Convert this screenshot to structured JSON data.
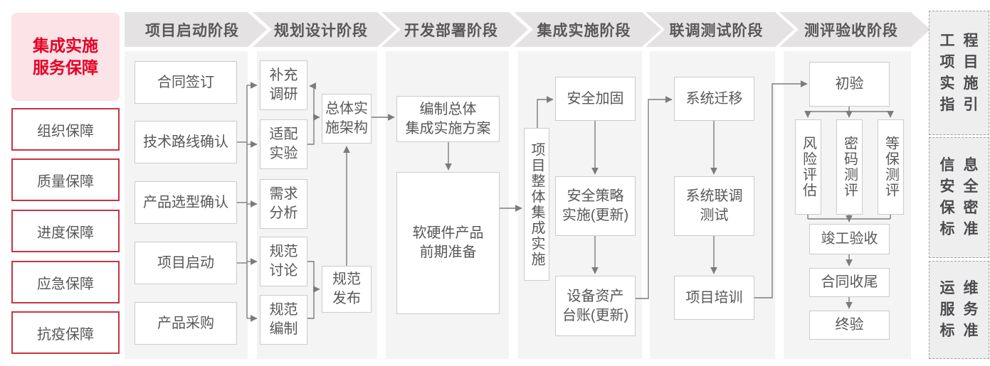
{
  "sidebar": {
    "title": "集成实施\n服务保障",
    "items": [
      {
        "label": "组织保障"
      },
      {
        "label": "质量保障"
      },
      {
        "label": "进度保障"
      },
      {
        "label": "应急保障"
      },
      {
        "label": "抗疫保障"
      }
    ]
  },
  "phases": [
    {
      "label": "项目启动阶段",
      "boxes": [
        {
          "label": "合同签订"
        },
        {
          "label": "技术路线确认"
        },
        {
          "label": "产品选型确认"
        },
        {
          "label": "项目启动"
        },
        {
          "label": "产品采购"
        }
      ]
    },
    {
      "label": "规划设计阶段",
      "boxes": [
        {
          "label": "补充\n调研"
        },
        {
          "label": "适配\n实验"
        },
        {
          "label": "需求\n分析"
        },
        {
          "label": "规范\n讨论"
        },
        {
          "label": "规范\n编制"
        },
        {
          "label": "总体实\n施架构"
        },
        {
          "label": "规范\n发布"
        }
      ]
    },
    {
      "label": "开发部署阶段",
      "boxes": [
        {
          "label": "编制总体\n集成实施方案"
        },
        {
          "label": "软硬件产品\n前期准备"
        }
      ]
    },
    {
      "label": "集成实施阶段",
      "boxes": [
        {
          "label": "项目整体集成实施"
        },
        {
          "label": "安全加固"
        },
        {
          "label": "安全策略\n实施(更新)"
        },
        {
          "label": "设备资产\n台账(更新)"
        }
      ]
    },
    {
      "label": "联调测试阶段",
      "boxes": [
        {
          "label": "系统迁移"
        },
        {
          "label": "系统联调\n测试"
        },
        {
          "label": "项目培训"
        }
      ]
    },
    {
      "label": "测评验收阶段",
      "boxes": [
        {
          "label": "初验"
        },
        {
          "label": "风险评估"
        },
        {
          "label": "密码测评"
        },
        {
          "label": "等保测评"
        },
        {
          "label": "竣工验收"
        },
        {
          "label": "合同收尾"
        },
        {
          "label": "终验"
        }
      ]
    }
  ],
  "reference_panels": [
    {
      "label": "工程项目实施指引",
      "lines": [
        "工程",
        "项目",
        "实施",
        "指引"
      ]
    },
    {
      "label": "信息安全保密标准",
      "lines": [
        "信息",
        "安全",
        "保密",
        "标准"
      ]
    },
    {
      "label": "运维服务标准",
      "lines": [
        "运维",
        "服务",
        "标准"
      ]
    }
  ],
  "colors": {
    "accent_red": "#e60024",
    "sidebar_border_red": "#c93442",
    "sidebar_title_bg": "#fbe3e7",
    "phase_band_bg": "#e4e2e2",
    "panel_bg": "#f5f4f4",
    "box_border": "#cbcbcb",
    "text_gray": "#595757",
    "connector_gray": "#7c7c7c"
  }
}
